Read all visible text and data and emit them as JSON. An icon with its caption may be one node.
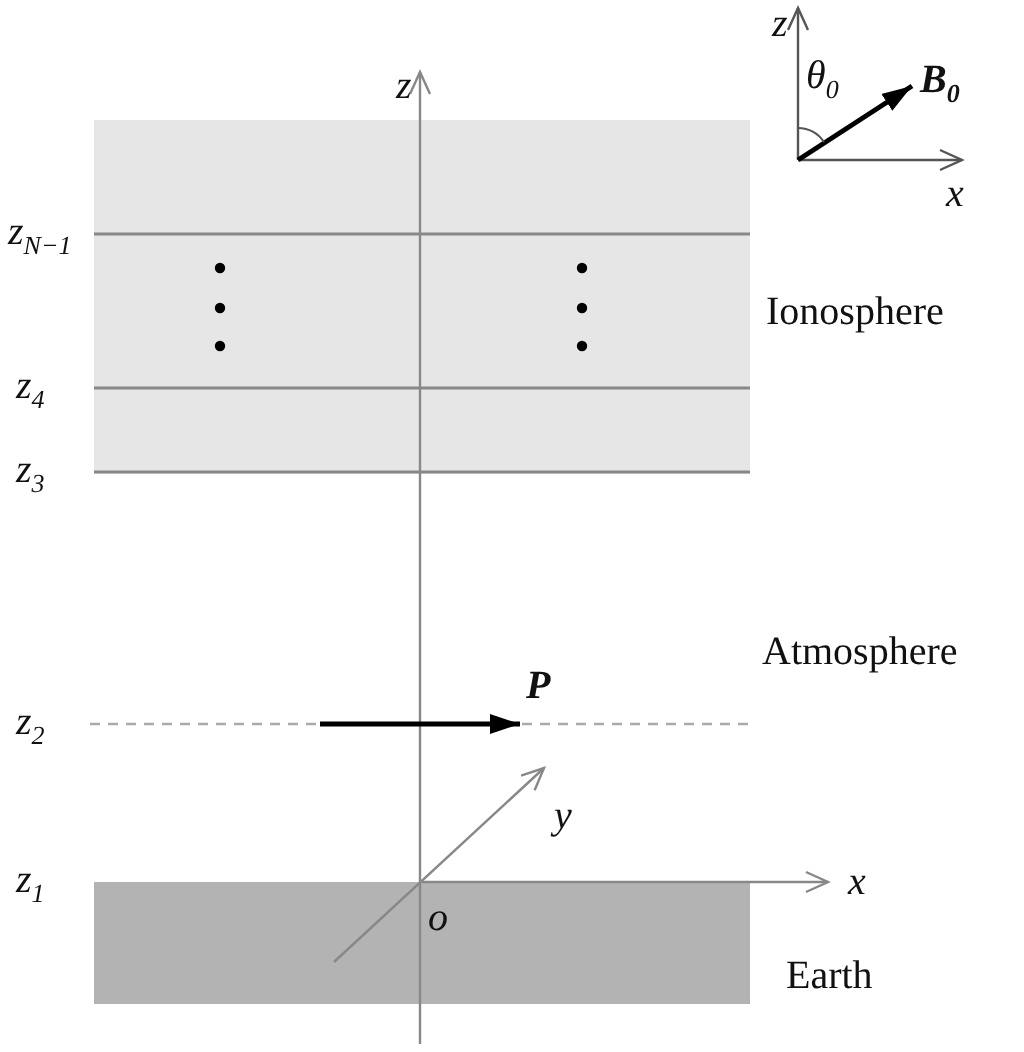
{
  "diagram": {
    "labels": [
      "z",
      "θ$_{0}$",
      "B$_{0}$",
      "z",
      "x",
      "z$_{N−1}$",
      "Ionosphere",
      "z$_{4}$",
      "z$_{3}$",
      "Atmosphere",
      "P",
      "z$_{2}$",
      "y",
      "z$_{1}$",
      "x",
      "o",
      "Earth"
    ]
  }
}
